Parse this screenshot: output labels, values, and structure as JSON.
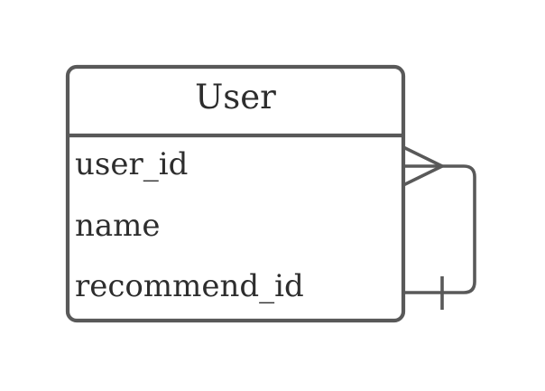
{
  "diagram": {
    "type": "entity-relationship",
    "background_color": "#ffffff",
    "stroke_color": "#595959",
    "text_color": "#2d2d2d"
  },
  "entity": {
    "title": "User",
    "fields": [
      "user_id",
      "name",
      "recommend_id"
    ]
  },
  "relationship": {
    "self_reference": true,
    "many_marker": "crow-foot",
    "one_marker": "one-bar",
    "many_end_row": "user_id",
    "one_end_row": "recommend_id"
  }
}
